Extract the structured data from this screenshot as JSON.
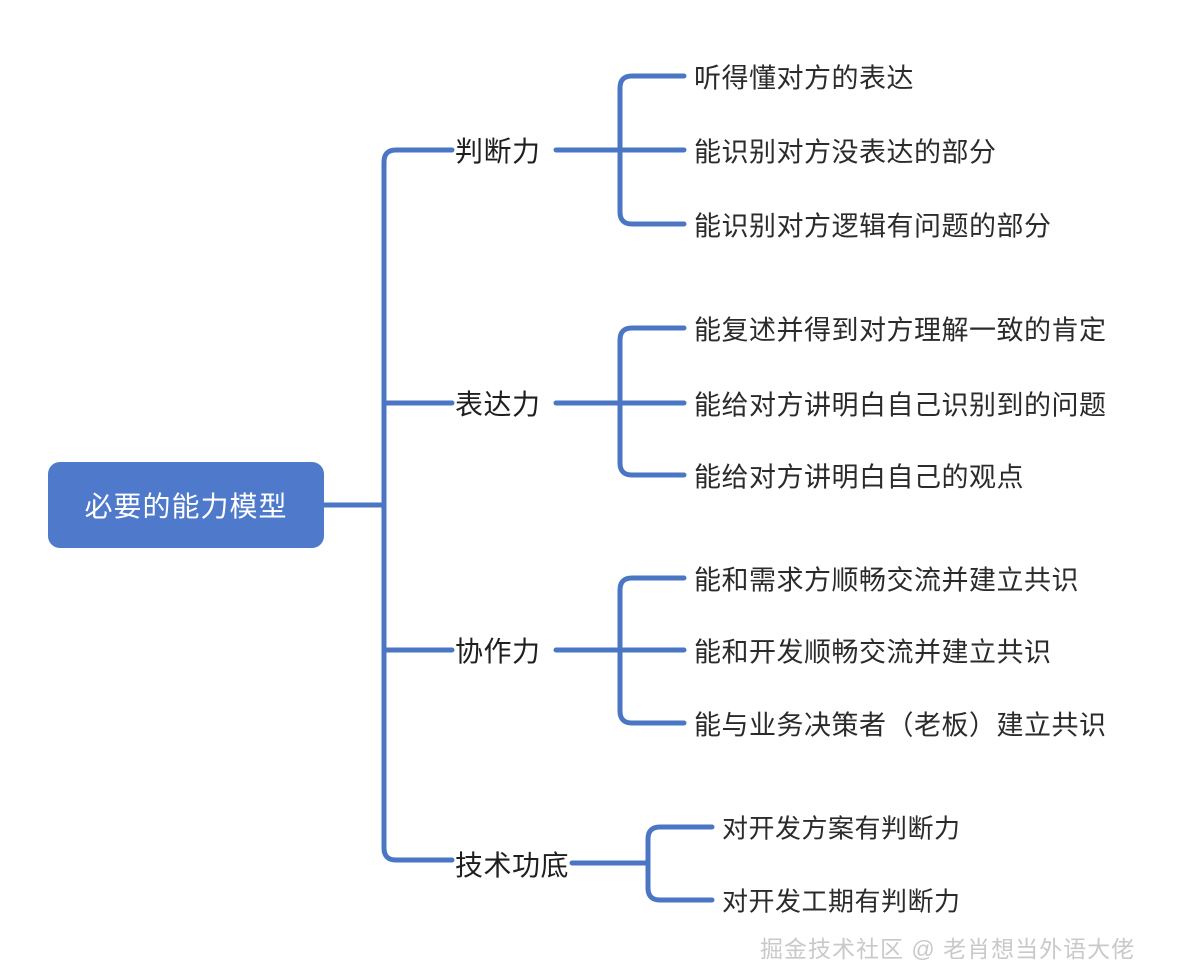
{
  "diagram": {
    "type": "mindmap",
    "root": {
      "label": "必要的能力模型"
    },
    "branches": [
      {
        "label": "判断力",
        "children": [
          "听得懂对方的表达",
          "能识别对方没表达的部分",
          "能识别对方逻辑有问题的部分"
        ]
      },
      {
        "label": "表达力",
        "children": [
          "能复述并得到对方理解一致的肯定",
          "能给对方讲明白自己识别到的问题",
          "能给对方讲明白自己的观点"
        ]
      },
      {
        "label": "协作力",
        "children": [
          "能和需求方顺畅交流并建立共识",
          "能和开发顺畅交流并建立共识",
          "能与业务决策者（老板）建立共识"
        ]
      },
      {
        "label": "技术功底",
        "children": [
          "对开发方案有判断力",
          "对开发工期有判断力"
        ]
      }
    ]
  },
  "watermark": {
    "text": "掘金技术社区 @ 老肖想当外语大佬"
  },
  "colors": {
    "root_fill": "#4f79ca",
    "root_text": "#ffffff",
    "line": "#4a76c4",
    "text": "#2b2b2b",
    "background": "#ffffff",
    "watermark": "#c9c9c9"
  }
}
